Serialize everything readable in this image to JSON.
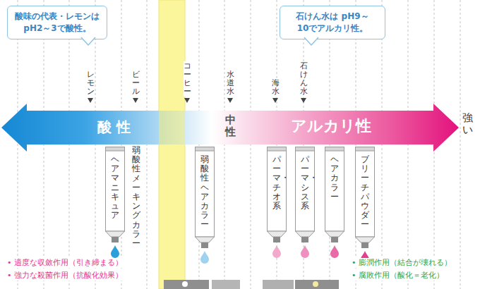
{
  "diagram": {
    "nodes": [
      {
        "text": [
          "酸味の代表・レモンは pH2～3で酸性。"
        ]
      },
      {
        "text": [
          "石けん水は pH9～10でアルカリ性。"
        ]
      },
      {
        "text": [
          "酸 性",
          "中性",
          "アルカリ性"
        ]
      },
      {
        "text": [
          "ヘアマニキュア"
        ]
      },
      {
        "text": [
          "弱酸性ヘアカラー"
        ]
      },
      {
        "text": [
          "パーマ・チオ系"
        ]
      },
      {
        "text": [
          "パーマ・シス系"
        ]
      },
      {
        "text": [
          "ヘアカラー"
        ]
      },
      {
        "text": [
          "ブリーチパウダー"
        ]
      }
    ],
    "labels": [
      "レモン",
      "ビール",
      "コーヒー",
      "水道水",
      "海水",
      "石けん水",
      "弱酸性メーキングカラー",
      "強い",
      "• 適度な収斂作用（引き締まる）",
      "• 強力な殺菌作用（抗酸化効果）",
      "• 膨潤作用（結合が壊れる）",
      "• 腐敗作用（酸化＝老化）"
    ]
  }
}
